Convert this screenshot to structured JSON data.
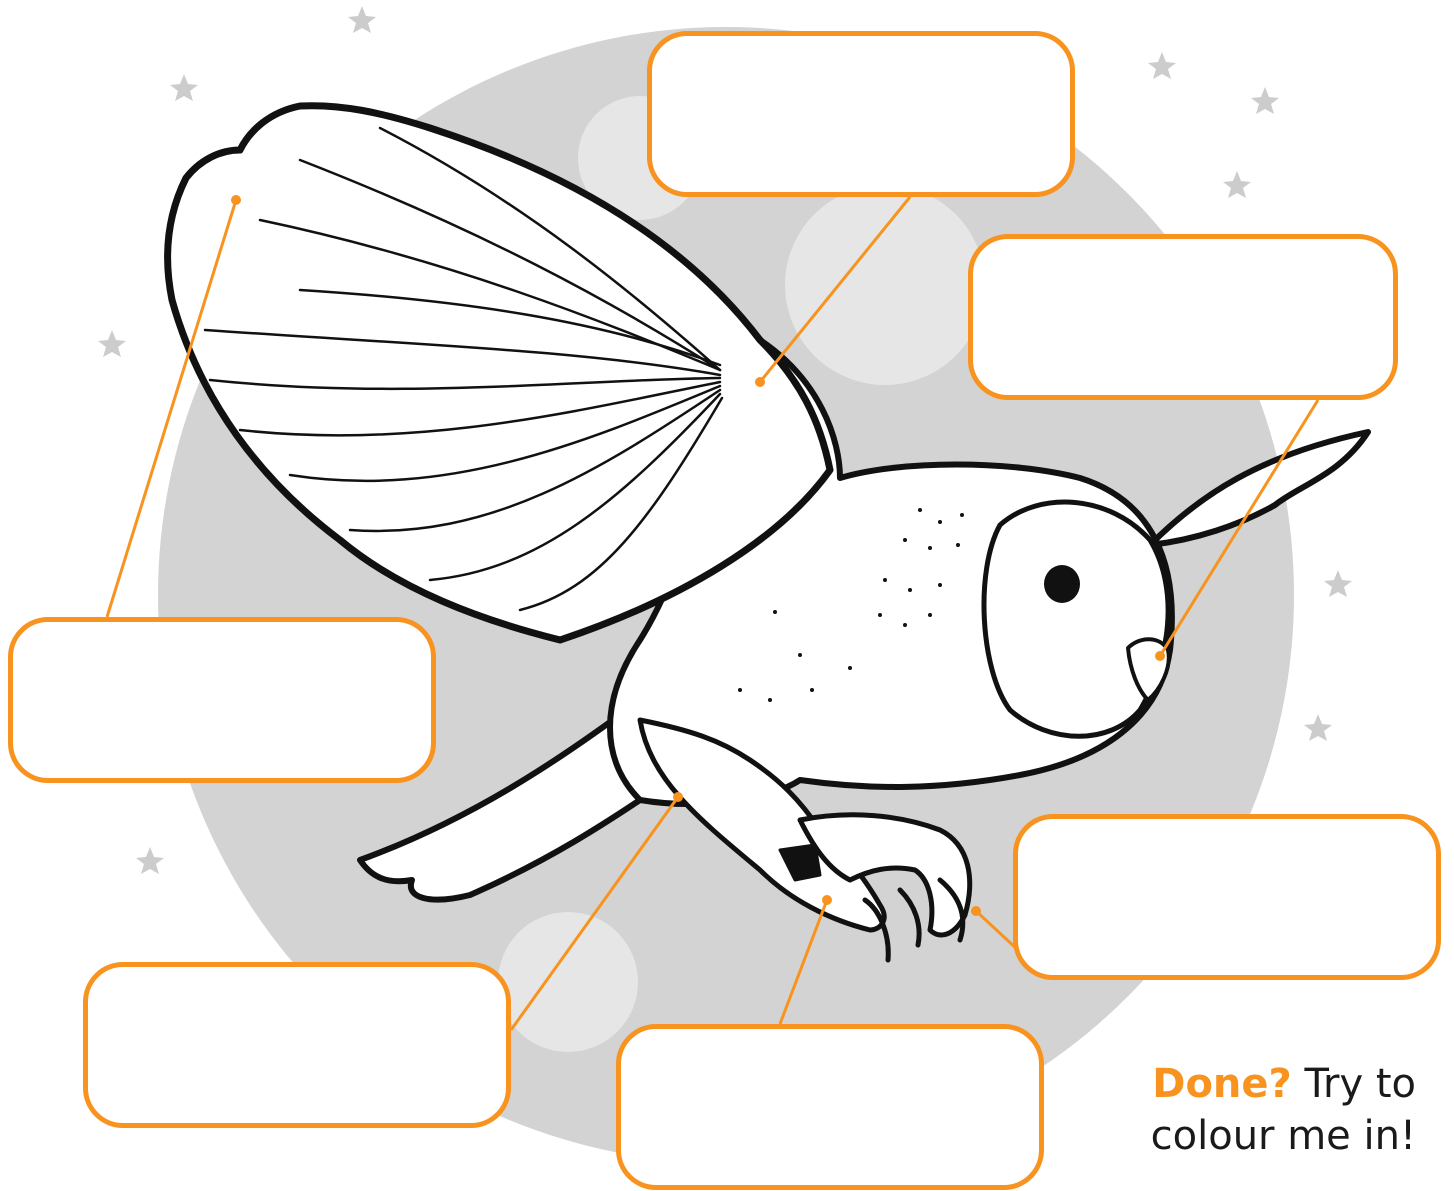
{
  "worksheet": {
    "label_boxes": [
      {
        "id": "wing-covert",
        "value": ""
      },
      {
        "id": "beak",
        "value": ""
      },
      {
        "id": "wing-feathers",
        "value": ""
      },
      {
        "id": "talons",
        "value": ""
      },
      {
        "id": "legs",
        "value": ""
      },
      {
        "id": "feet",
        "value": ""
      }
    ],
    "footer": {
      "done_word": "Done?",
      "line1_rest": " Try to",
      "line2": "colour me in!"
    }
  },
  "colors": {
    "accent": "#f7931e",
    "moon": "#d3d3d3",
    "moon_crater": "#e6e6e6",
    "stars": "#cccccc",
    "outline": "#111111"
  }
}
